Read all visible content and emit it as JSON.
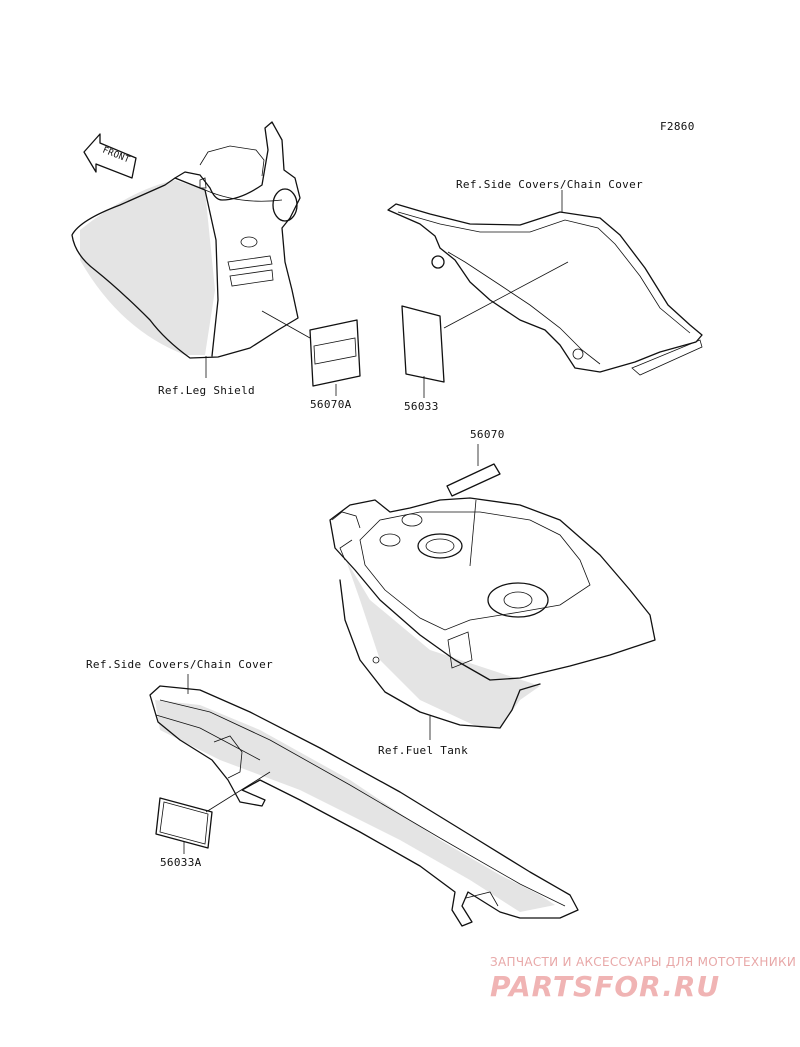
{
  "figure_code": "F2860",
  "front_arrow_label": "FRONT",
  "references": {
    "leg_shield": "Ref.Leg Shield",
    "side_covers_top": "Ref.Side Covers/Chain Cover",
    "fuel_tank": "Ref.Fuel Tank",
    "side_covers_bottom": "Ref.Side Covers/Chain Cover"
  },
  "parts": {
    "p56070A": "56070A",
    "p56033": "56033",
    "p56070": "56070",
    "p56033A": "56033A"
  },
  "watermark": {
    "tagline": "ЗАПЧАСТИ И АКСЕССУАРЫ ДЛЯ МОТОТЕХНИКИ",
    "brand": "PARTSFOR.RU",
    "color": "#f0b4b4"
  }
}
